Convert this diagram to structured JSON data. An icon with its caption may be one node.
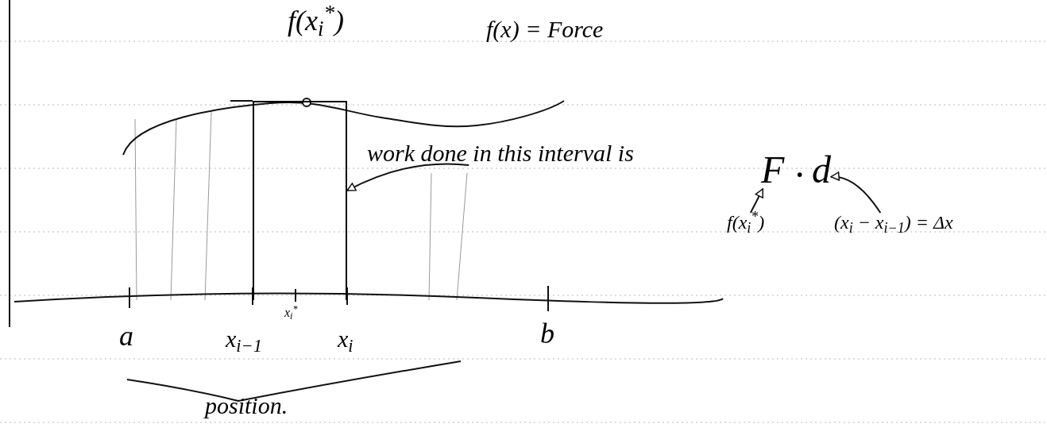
{
  "diagram": {
    "nodes": [
      {
        "text": [
          "work done in this interval is"
        ]
      },
      {
        "text": [],
        "shape": "box"
      },
      {
        "text": [
          "F"
        ]
      },
      {
        "text": [
          "d"
        ]
      },
      {
        "text": [
          "f(x$_{i}$$^{*}$)"
        ]
      },
      {
        "text": [
          "(x$_{i}$ − x$_{i−1}$) = Δx"
        ]
      }
    ],
    "edges": [
      {
        "from": 0,
        "to": 1,
        "arrow": "to"
      },
      {
        "from": 4,
        "to": 2,
        "arrow": "to"
      },
      {
        "from": 5,
        "to": 3,
        "arrow": "to"
      }
    ],
    "labels": [
      "f(x$_{i}$$^{*}$)",
      "f(x) = Force",
      "·",
      "a",
      "x$_{i−1}$",
      "x$_{i}$$^{*}$",
      "x$_{i}$",
      "b",
      "position."
    ]
  }
}
